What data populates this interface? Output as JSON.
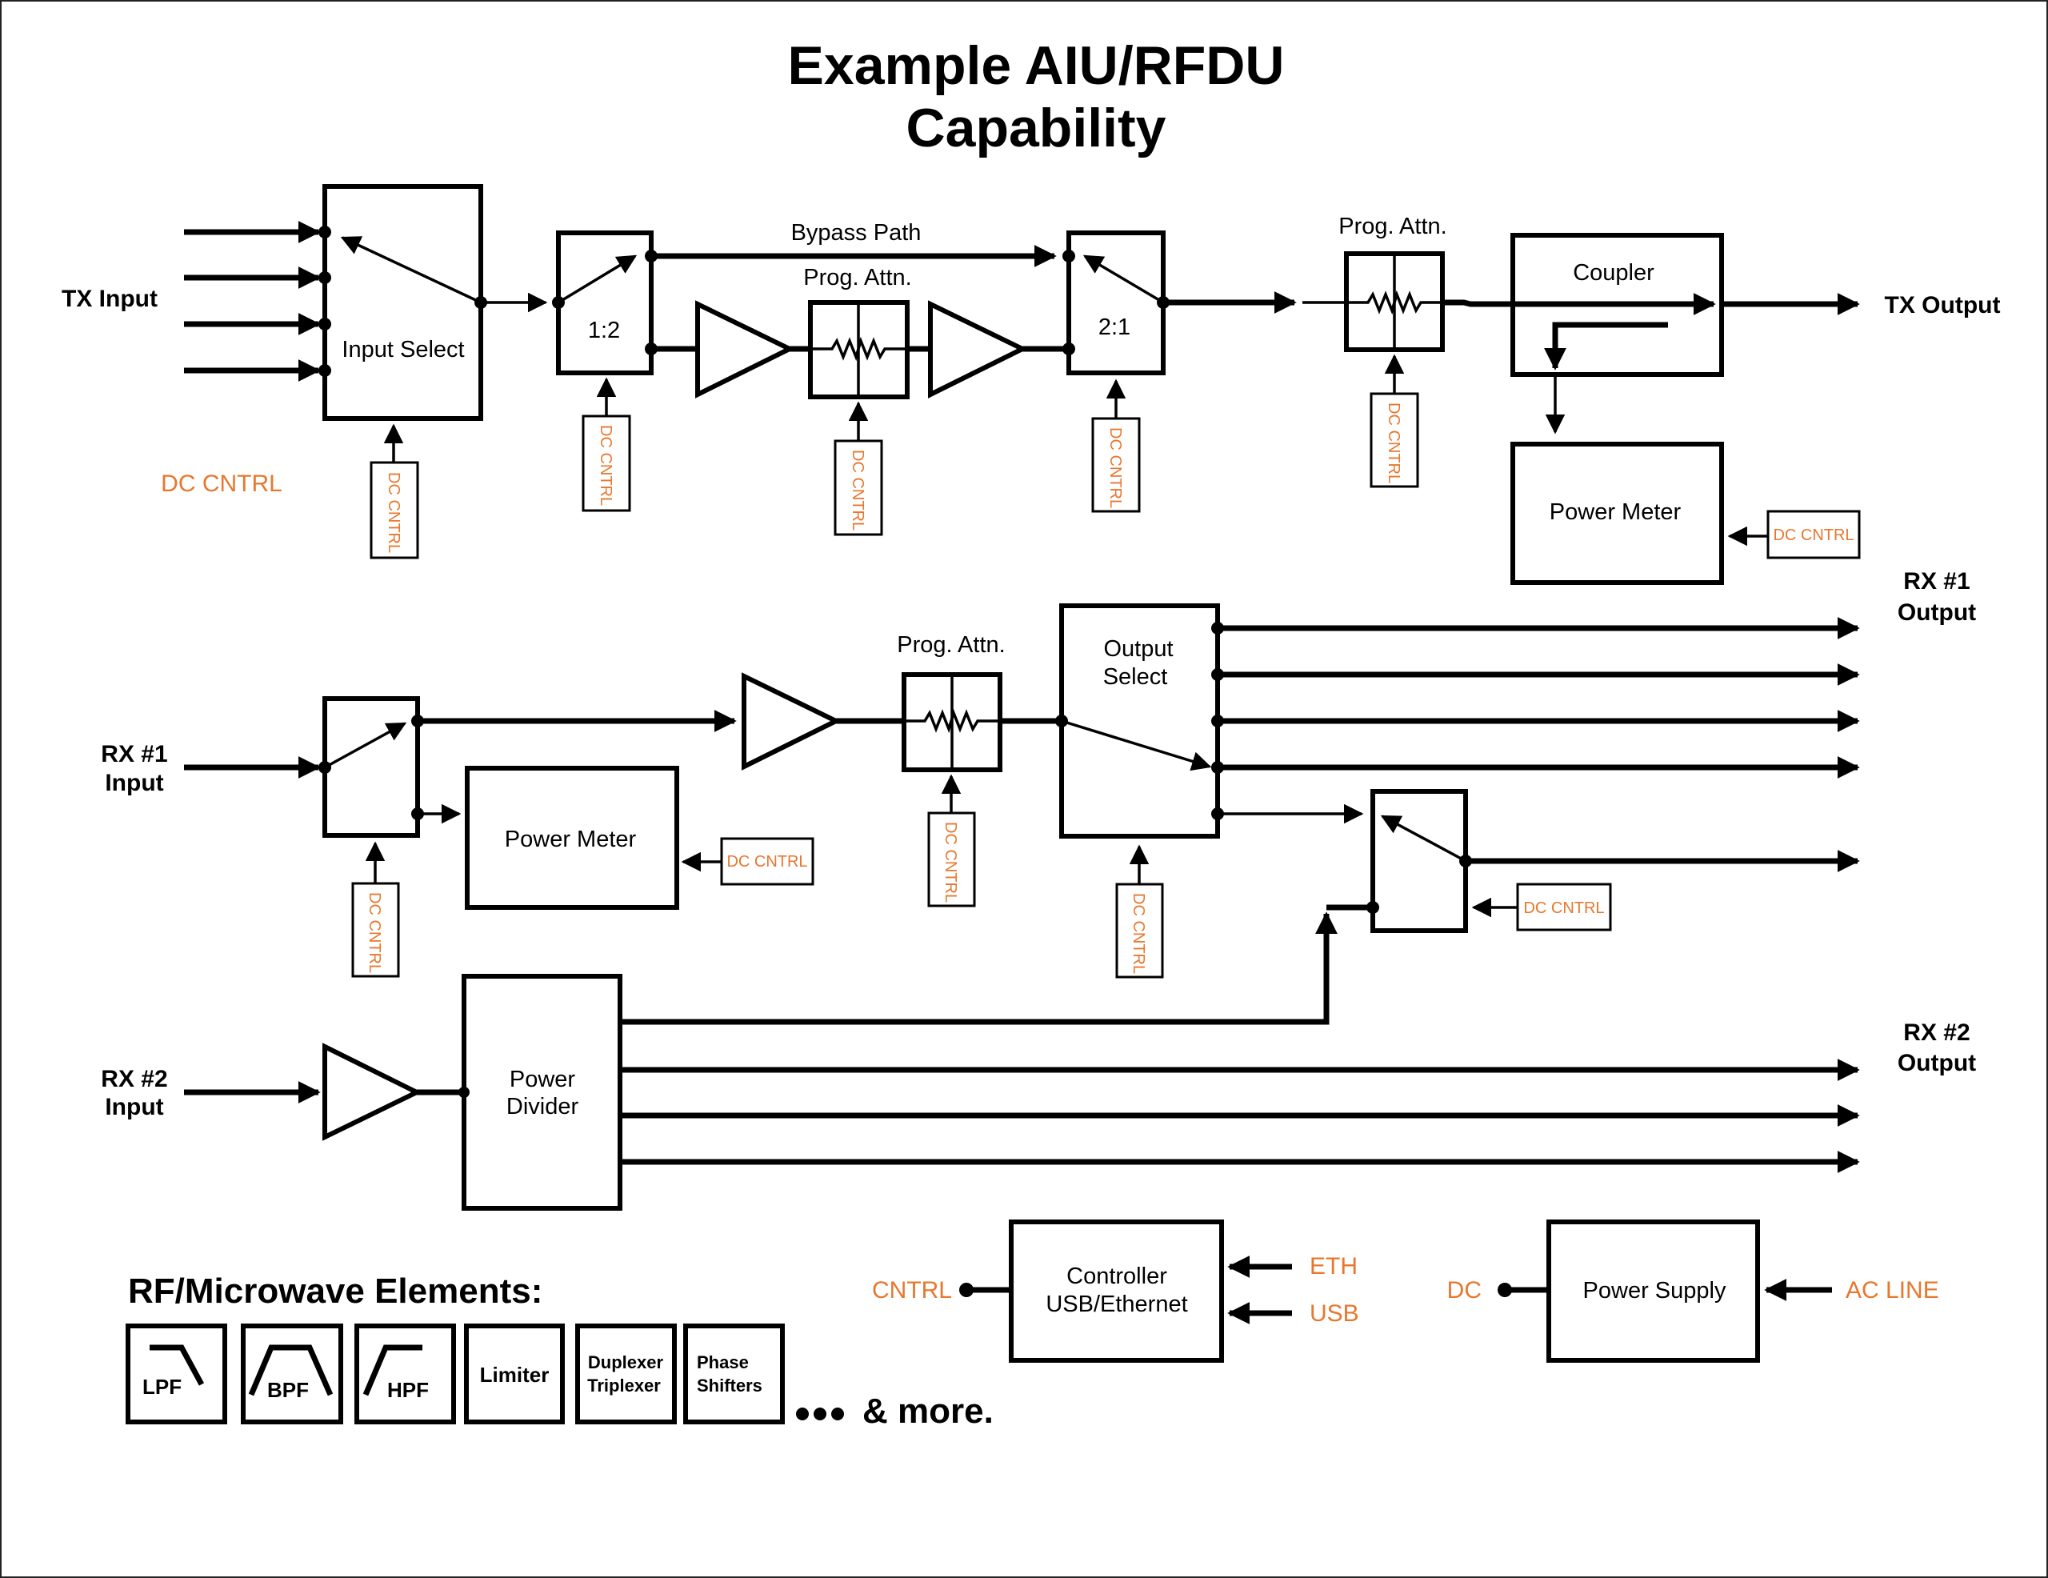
{
  "title": {
    "line1": "Example AIU/RFDU",
    "line2": "Capability"
  },
  "tx": {
    "input_label": "TX Input",
    "dc_cntrl_label": "DC CNTRL",
    "input_select": "Input Select",
    "splitter": "1:2",
    "combiner": "2:1",
    "bypass_path": "Bypass Path",
    "prog_attn_1": "Prog. Attn.",
    "prog_attn_2": "Prog. Attn.",
    "coupler": "Coupler",
    "power_meter": "Power Meter",
    "output_label": "TX Output"
  },
  "rx1": {
    "input_label_1": "RX #1",
    "input_label_2": "Input",
    "power_meter": "Power Meter",
    "prog_attn": "Prog. Attn.",
    "output_select_1": "Output",
    "output_select_2": "Select",
    "output_label_1": "RX #1",
    "output_label_2": "Output"
  },
  "rx2": {
    "input_label_1": "RX #2",
    "input_label_2": "Input",
    "power_divider_1": "Power",
    "power_divider_2": "Divider",
    "output_label_1": "RX #2",
    "output_label_2": "Output"
  },
  "dc_cntrl": "DC CNTRL",
  "controller": {
    "line1": "Controller",
    "line2": "USB/Ethernet",
    "cntrl": "CNTRL",
    "eth": "ETH",
    "usb": "USB"
  },
  "power_supply": {
    "label": "Power Supply",
    "dc": "DC",
    "ac_line": "AC LINE"
  },
  "elements": {
    "heading": "RF/Microwave Elements:",
    "items": [
      {
        "label": "LPF",
        "icon": "lowpass-filter-icon"
      },
      {
        "label": "BPF",
        "icon": "bandpass-filter-icon"
      },
      {
        "label": "HPF",
        "icon": "highpass-filter-icon"
      },
      {
        "label": "Limiter"
      },
      {
        "label_1": "Duplexer",
        "label_2": "Triplexer"
      },
      {
        "label_1": "Phase",
        "label_2": "Shifters"
      }
    ],
    "more": "& more."
  },
  "colors": {
    "accent_orange": "#e8772e",
    "line": "#000000"
  }
}
